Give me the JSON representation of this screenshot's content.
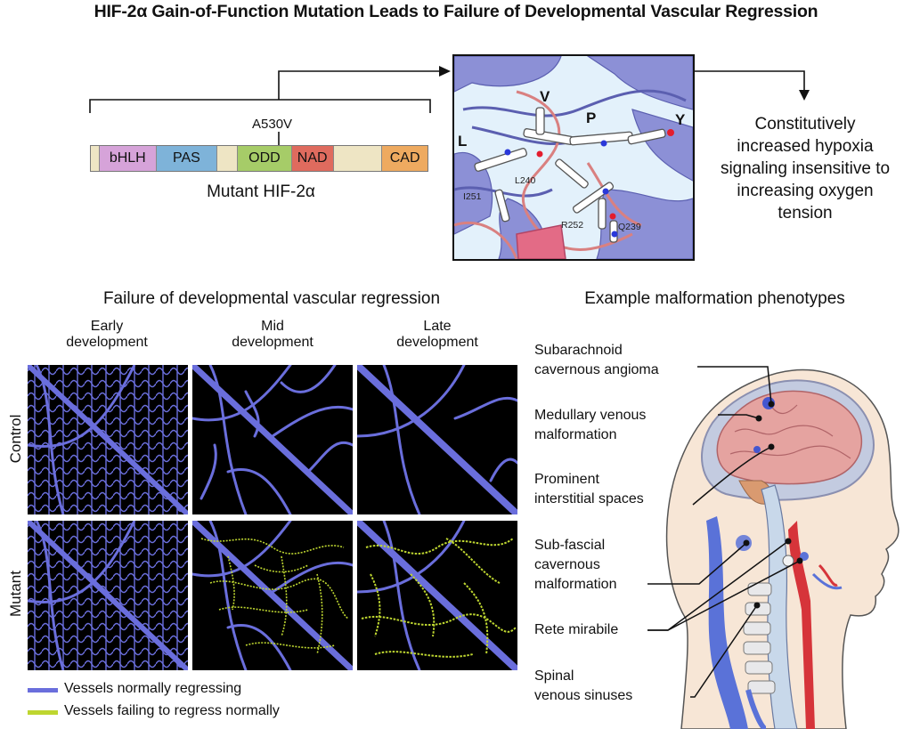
{
  "title": "HIF-2α Gain-of-Function Mutation Leads to Failure of Developmental Vascular Regression",
  "protein": {
    "mutation_label": "A530V",
    "caption": "Mutant HIF-2α",
    "domains": [
      {
        "label": "",
        "color": "#eee5c4"
      },
      {
        "label": "bHLH",
        "color": "#d6a3d9"
      },
      {
        "label": "PAS",
        "color": "#7eb3d9"
      },
      {
        "label": "",
        "color": "#eee5c4"
      },
      {
        "label": "ODD",
        "color": "#a6cc68"
      },
      {
        "label": "NAD",
        "color": "#df6b5e"
      },
      {
        "label": "",
        "color": "#eee5c4"
      },
      {
        "label": "CAD",
        "color": "#eeaa60"
      }
    ]
  },
  "structure": {
    "residues_large": [
      "V",
      "L",
      "P",
      "Y"
    ],
    "residues_small": [
      "I251",
      "L240",
      "R252",
      "Q239"
    ]
  },
  "outcome_lines": [
    "Constitutively",
    "increased hypoxia",
    "signaling insensitive to",
    "increasing oxygen",
    "tension"
  ],
  "regression": {
    "heading": "Failure of developmental vascular regression",
    "stages": [
      {
        "line1": "Early",
        "line2": "development"
      },
      {
        "line1": "Mid",
        "line2": "development"
      },
      {
        "line1": "Late",
        "line2": "development"
      }
    ],
    "rows": [
      "Control",
      "Mutant"
    ],
    "legend": [
      {
        "label": "Vessels normally regressing",
        "color": "#6a6edc"
      },
      {
        "label": "Vessels failing to regress normally",
        "color": "#bed630"
      }
    ]
  },
  "phenotypes": {
    "heading": "Example malformation phenotypes",
    "labels": [
      [
        "Subarachnoid",
        "cavernous angioma"
      ],
      [
        "Medullary venous",
        "malformation"
      ],
      [
        "Prominent",
        "interstitial spaces"
      ],
      [
        "Sub-fascial",
        "cavernous",
        "malformation"
      ],
      [
        "Rete mirabile"
      ],
      [
        "Spinal",
        "venous sinuses"
      ]
    ]
  }
}
